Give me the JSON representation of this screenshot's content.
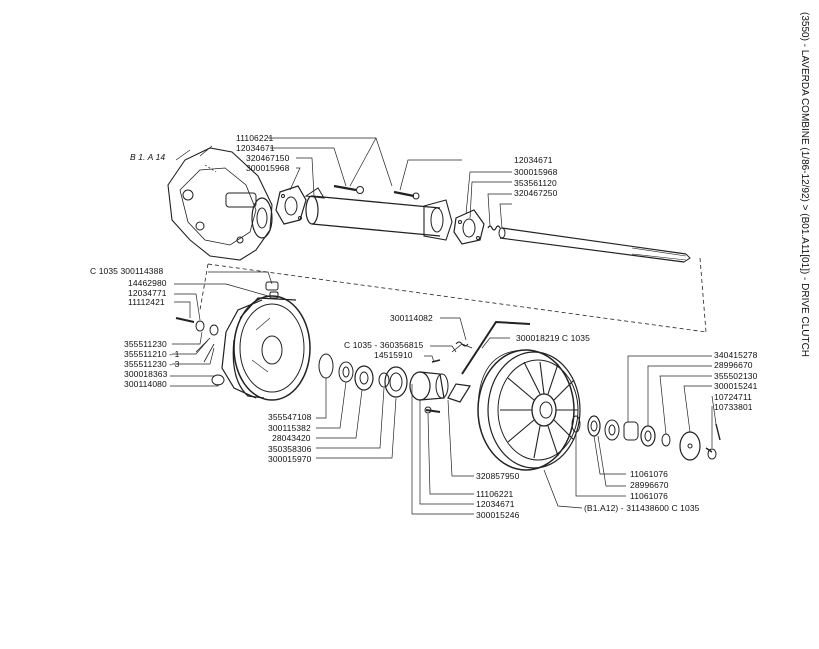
{
  "title": "(3550) - LAVERDA COMBINE (1/86-12/92) > (B01.A11[01]) - DRIVE CLUTCH",
  "callouts": {
    "ref_b1a14": "B 1. A 14",
    "p11106221_top": "11106221",
    "p12034671_top": "12034671",
    "p320467150": "320467150",
    "p300015968_left": "300015968",
    "p12034671_right": "12034671",
    "p300015968_right": "300015968",
    "p353561120": "353561120",
    "p320467250": "320467250",
    "c1035_300114388": "C 1035 300114388",
    "p14462980": "14462980",
    "p12034771": "12034771",
    "p11112421": "11112421",
    "p355511230": "355511230",
    "p355511210": "355511210 - 1",
    "p355511230_3": "355511230 - 3",
    "p300018363": "300018363",
    "p300114080": "300114080",
    "p300114082": "300114082",
    "c1035_360356815": "C 1035 - 360356815",
    "p14515910": "14515910",
    "p300018219": "300018219 C 1035",
    "p355547108": "355547108",
    "p300115382": "300115382",
    "p28043420": "28043420",
    "p350358306": "350358306",
    "p300015970": "300015970",
    "p320857950": "320857950",
    "p11106221_bot": "11106221",
    "p12034671_bot": "12034671",
    "p300015246_bot": "300015246",
    "p340415278": "340415278",
    "p28996670_top": "28996670",
    "p355502130": "355502130",
    "p300015241": "300015241",
    "p10724711": "10724711",
    "p10733801": "10733801",
    "p11061076_a": "11061076",
    "p28996670_bot": "28996670",
    "p11061076_b": "11061076",
    "p311438600": "(B1.A12) - 311438600 C 1035"
  }
}
